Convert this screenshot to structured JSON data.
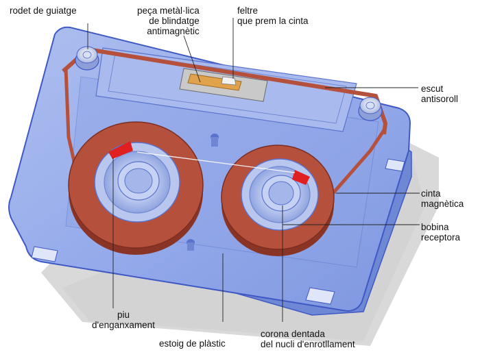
{
  "labels": {
    "guide_roller": "rodet de guiatge",
    "shield_plate": [
      "peça metàl·lica",
      "de blindatge",
      "antimagnètic"
    ],
    "felt_pad": [
      "feltre",
      "que prem la cinta"
    ],
    "noise_shield": [
      "escut",
      "antisoroll"
    ],
    "magnetic_tape": [
      "cinta",
      "magnètica"
    ],
    "takeup_reel": [
      "bobina",
      "receptora"
    ],
    "hub_pin": [
      "piu",
      "d'enganxament"
    ],
    "plastic_case": "estoig de plàstic",
    "hub_crown": [
      "corona dentada",
      "del nucli d'enrotllament"
    ]
  },
  "colors": {
    "case_fill": "#9bb2ee",
    "case_edge": "#3f58c4",
    "tape": "#b5503c",
    "tape_dark": "#8a3426",
    "felt": "#e0a24a",
    "shadow": "#d8d8d8",
    "red_marker": "#e02020"
  }
}
